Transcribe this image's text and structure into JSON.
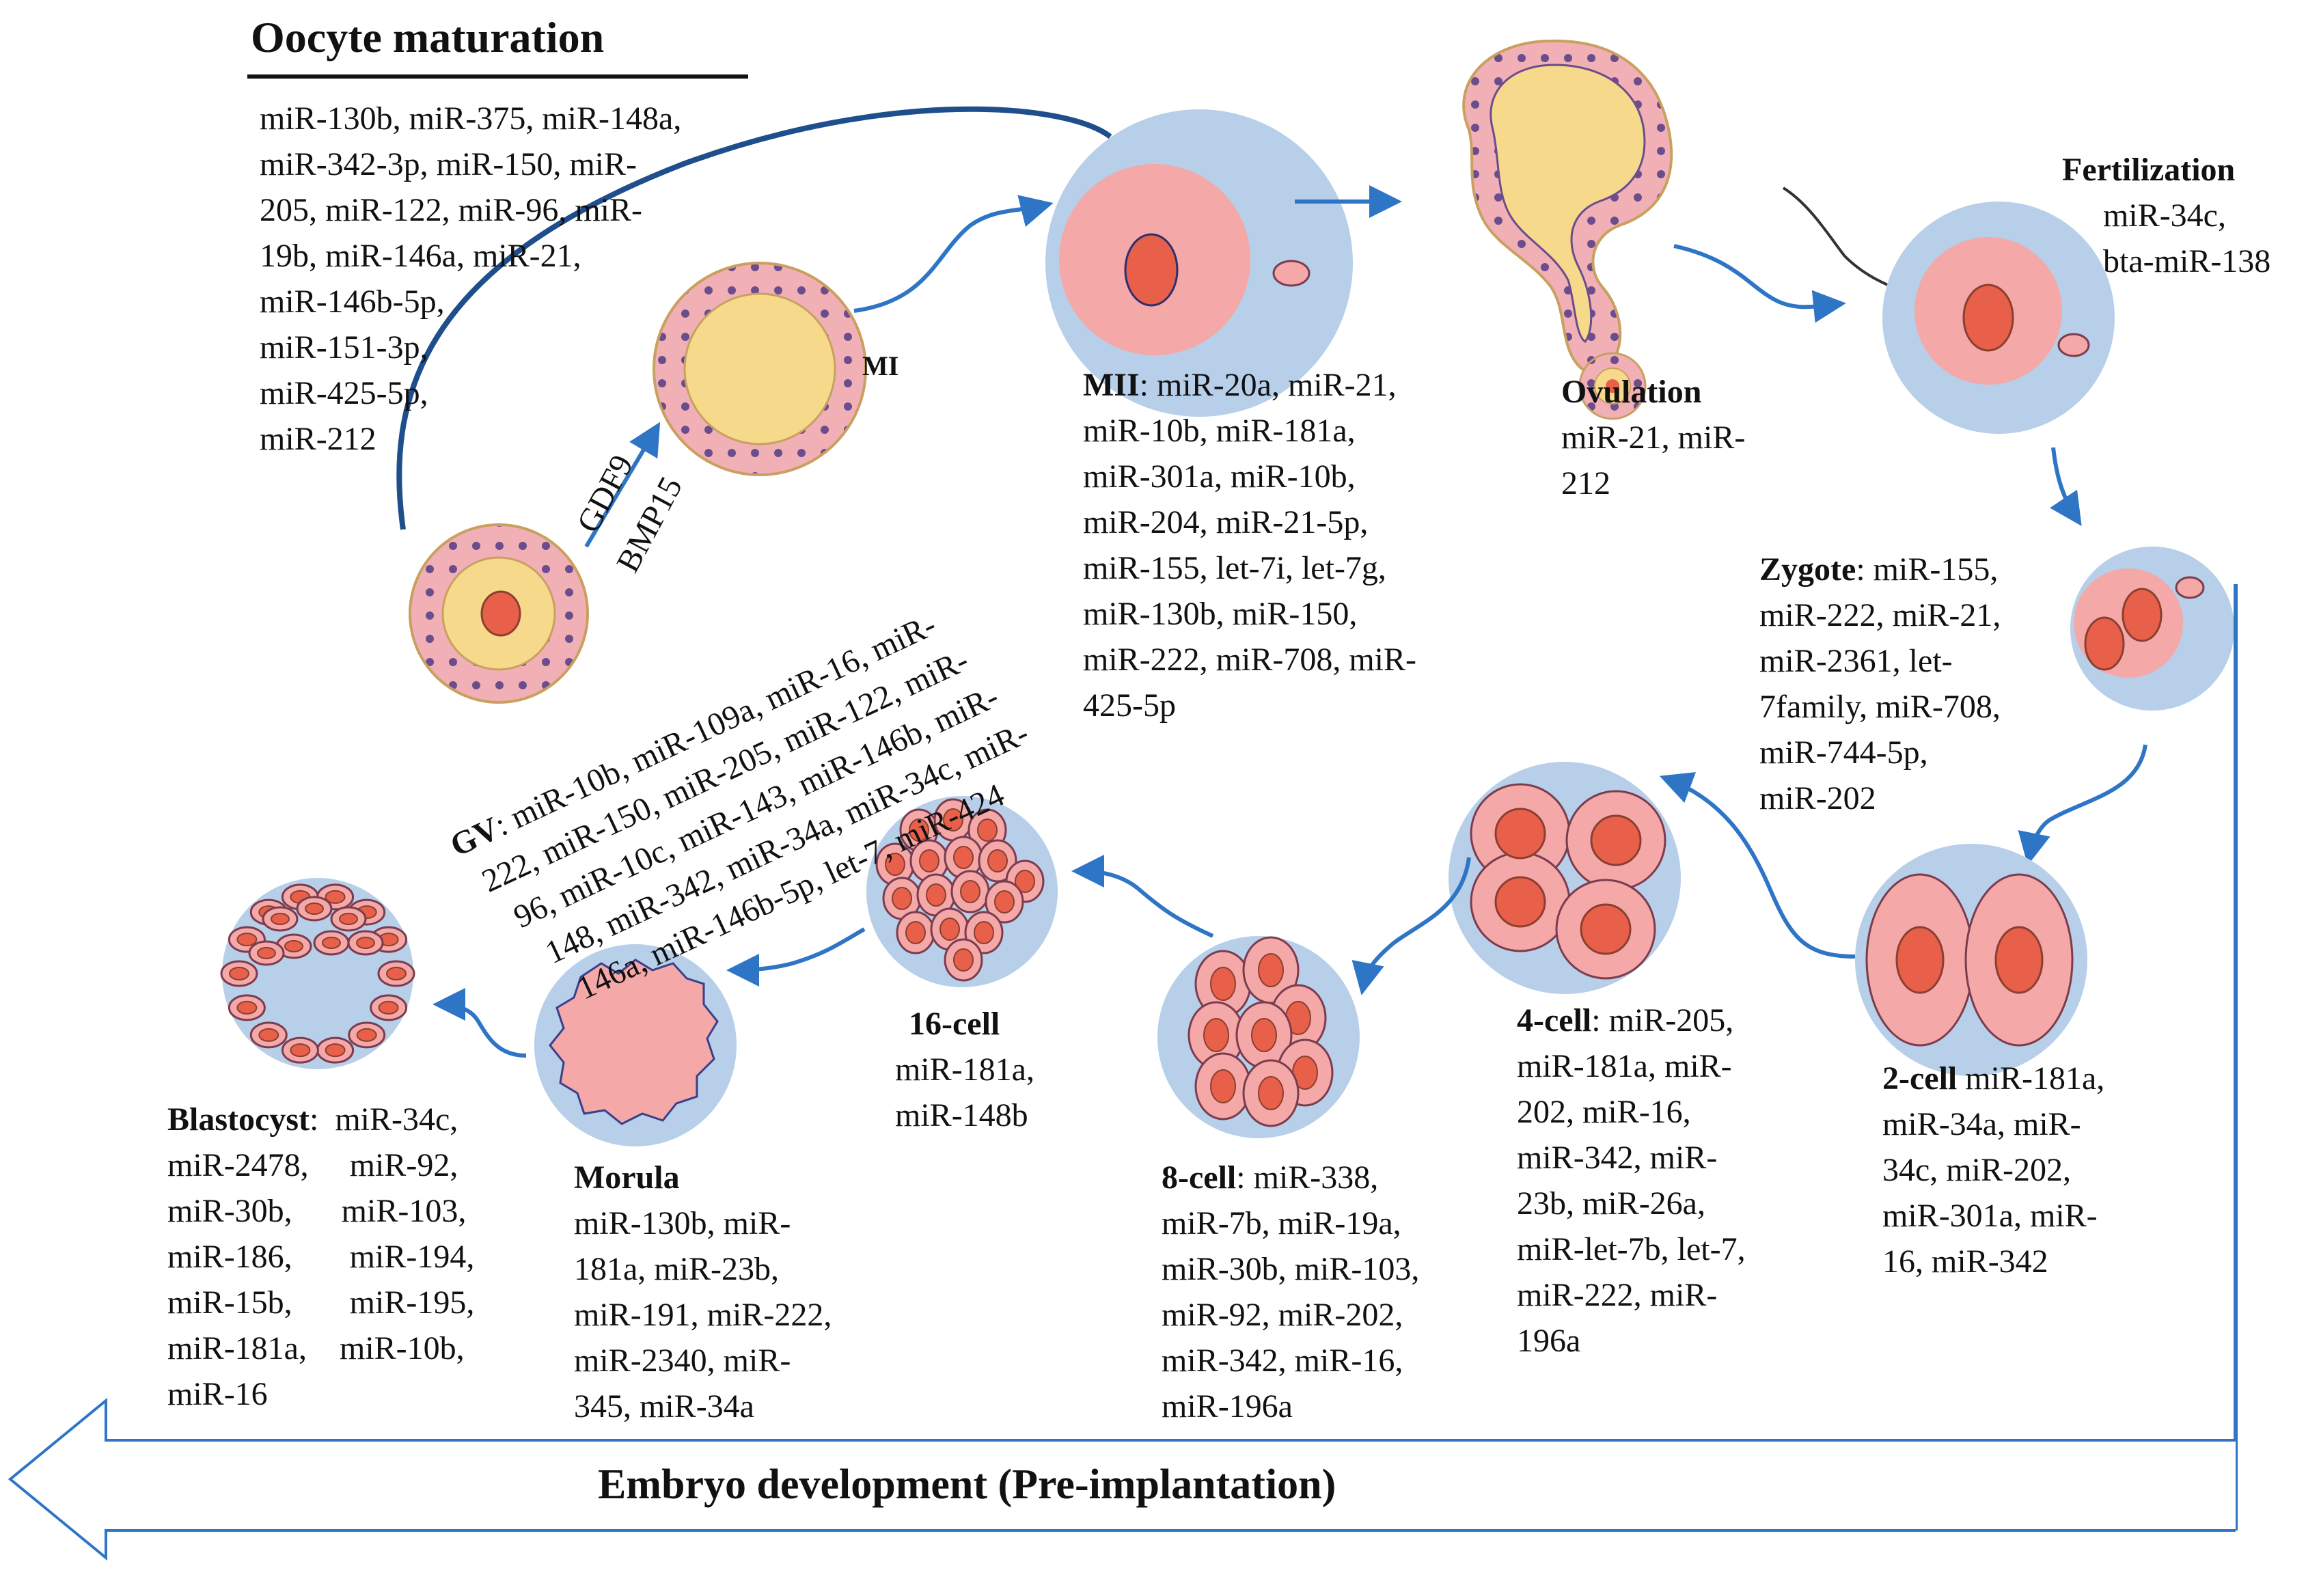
{
  "title": "Oocyte maturation",
  "footer": "Embryo development (Pre-implantation)",
  "factors": [
    "GDF9",
    "BMP15"
  ],
  "mi_label": "MI",
  "colors": {
    "arrow": "#2f75c6",
    "dark_arc": "#1f4e8c",
    "zona": "#b7cfe9",
    "cytoplasm": "#f4a8a8",
    "nucleus": "#e8604a",
    "follicle": "#f6d98a",
    "granulosa": "#f1b0b6",
    "granulosa_dot": "#6b4c8c"
  },
  "lists": {
    "oocyte": [
      "miR-130b, miR-375, miR-148a,",
      "miR-342-3p, miR-150, miR-",
      "205, miR-122, miR-96, miR-",
      "19b, miR-146a, miR-21,",
      "miR-146b-5p,",
      "miR-151-3p,",
      "miR-425-5p,",
      "miR-212"
    ],
    "gv": {
      "label": "GV",
      "lines": [
        ": miR-10b, miR-109a, miR-16, miR-",
        "222, miR-150, miR-205, miR-122, miR-",
        "96, miR-10c, miR-143, miR-146b, miR-",
        "148, miR-342, miR-34a, miR-34c, miR-",
        "146a, miR-146b-5p, let-7, miR-424"
      ]
    },
    "mii": {
      "label": "MII",
      "lines": [
        ": miR-20a, miR-21,",
        "miR-10b, miR-181a,",
        "miR-301a, miR-10b,",
        "miR-204, miR-21-5p,",
        "miR-155, let-7i, let-7g,",
        "miR-130b, miR-150,",
        "miR-222, miR-708, miR-",
        "425-5p"
      ]
    },
    "ovulation": {
      "label": "Ovulation",
      "lines": [
        "miR-21, miR-",
        "212"
      ]
    },
    "fertilization": {
      "label": "Fertilization",
      "lines": [
        "miR-34c,",
        "bta-miR-138"
      ]
    },
    "zygote": {
      "label": "Zygote",
      "lines": [
        ": miR-155,",
        "miR-222, miR-21,",
        "miR-2361, let-",
        "7family, miR-708,",
        "miR-744-5p,",
        "miR-202"
      ]
    },
    "two_cell": {
      "label": "2-cell",
      "lines": [
        " miR-181a,",
        "miR-34a, miR-",
        "34c, miR-202,",
        "miR-301a, miR-",
        "16, miR-342"
      ]
    },
    "four_cell": {
      "label": "4-cell",
      "lines": [
        ": miR-205,",
        "miR-181a, miR-",
        "202, miR-16,",
        "miR-342, miR-",
        "23b, miR-26a,",
        "miR-let-7b, let-7,",
        "miR-222, miR-",
        "196a"
      ]
    },
    "eight_cell": {
      "label": "8-cell",
      "lines": [
        ": miR-338,",
        "miR-7b, miR-19a,",
        "miR-30b, miR-103,",
        "miR-92, miR-202,",
        "miR-342, miR-16,",
        "miR-196a"
      ]
    },
    "sixteen_cell": {
      "label": "16-cell",
      "lines": [
        "miR-181a,",
        "miR-148b"
      ]
    },
    "morula": {
      "label": "Morula",
      "lines": [
        "miR-130b, miR-",
        "181a, miR-23b,",
        "miR-191, miR-222,",
        "miR-2340, miR-",
        "345, miR-34a"
      ]
    },
    "blastocyst": {
      "label": "Blastocyst",
      "lines": [
        ":  miR-34c,",
        "miR-2478,     miR-92,",
        "miR-30b,      miR-103,",
        "miR-186,       miR-194,",
        "miR-15b,       miR-195,",
        "miR-181a,    miR-10b,",
        "miR-16"
      ]
    }
  }
}
